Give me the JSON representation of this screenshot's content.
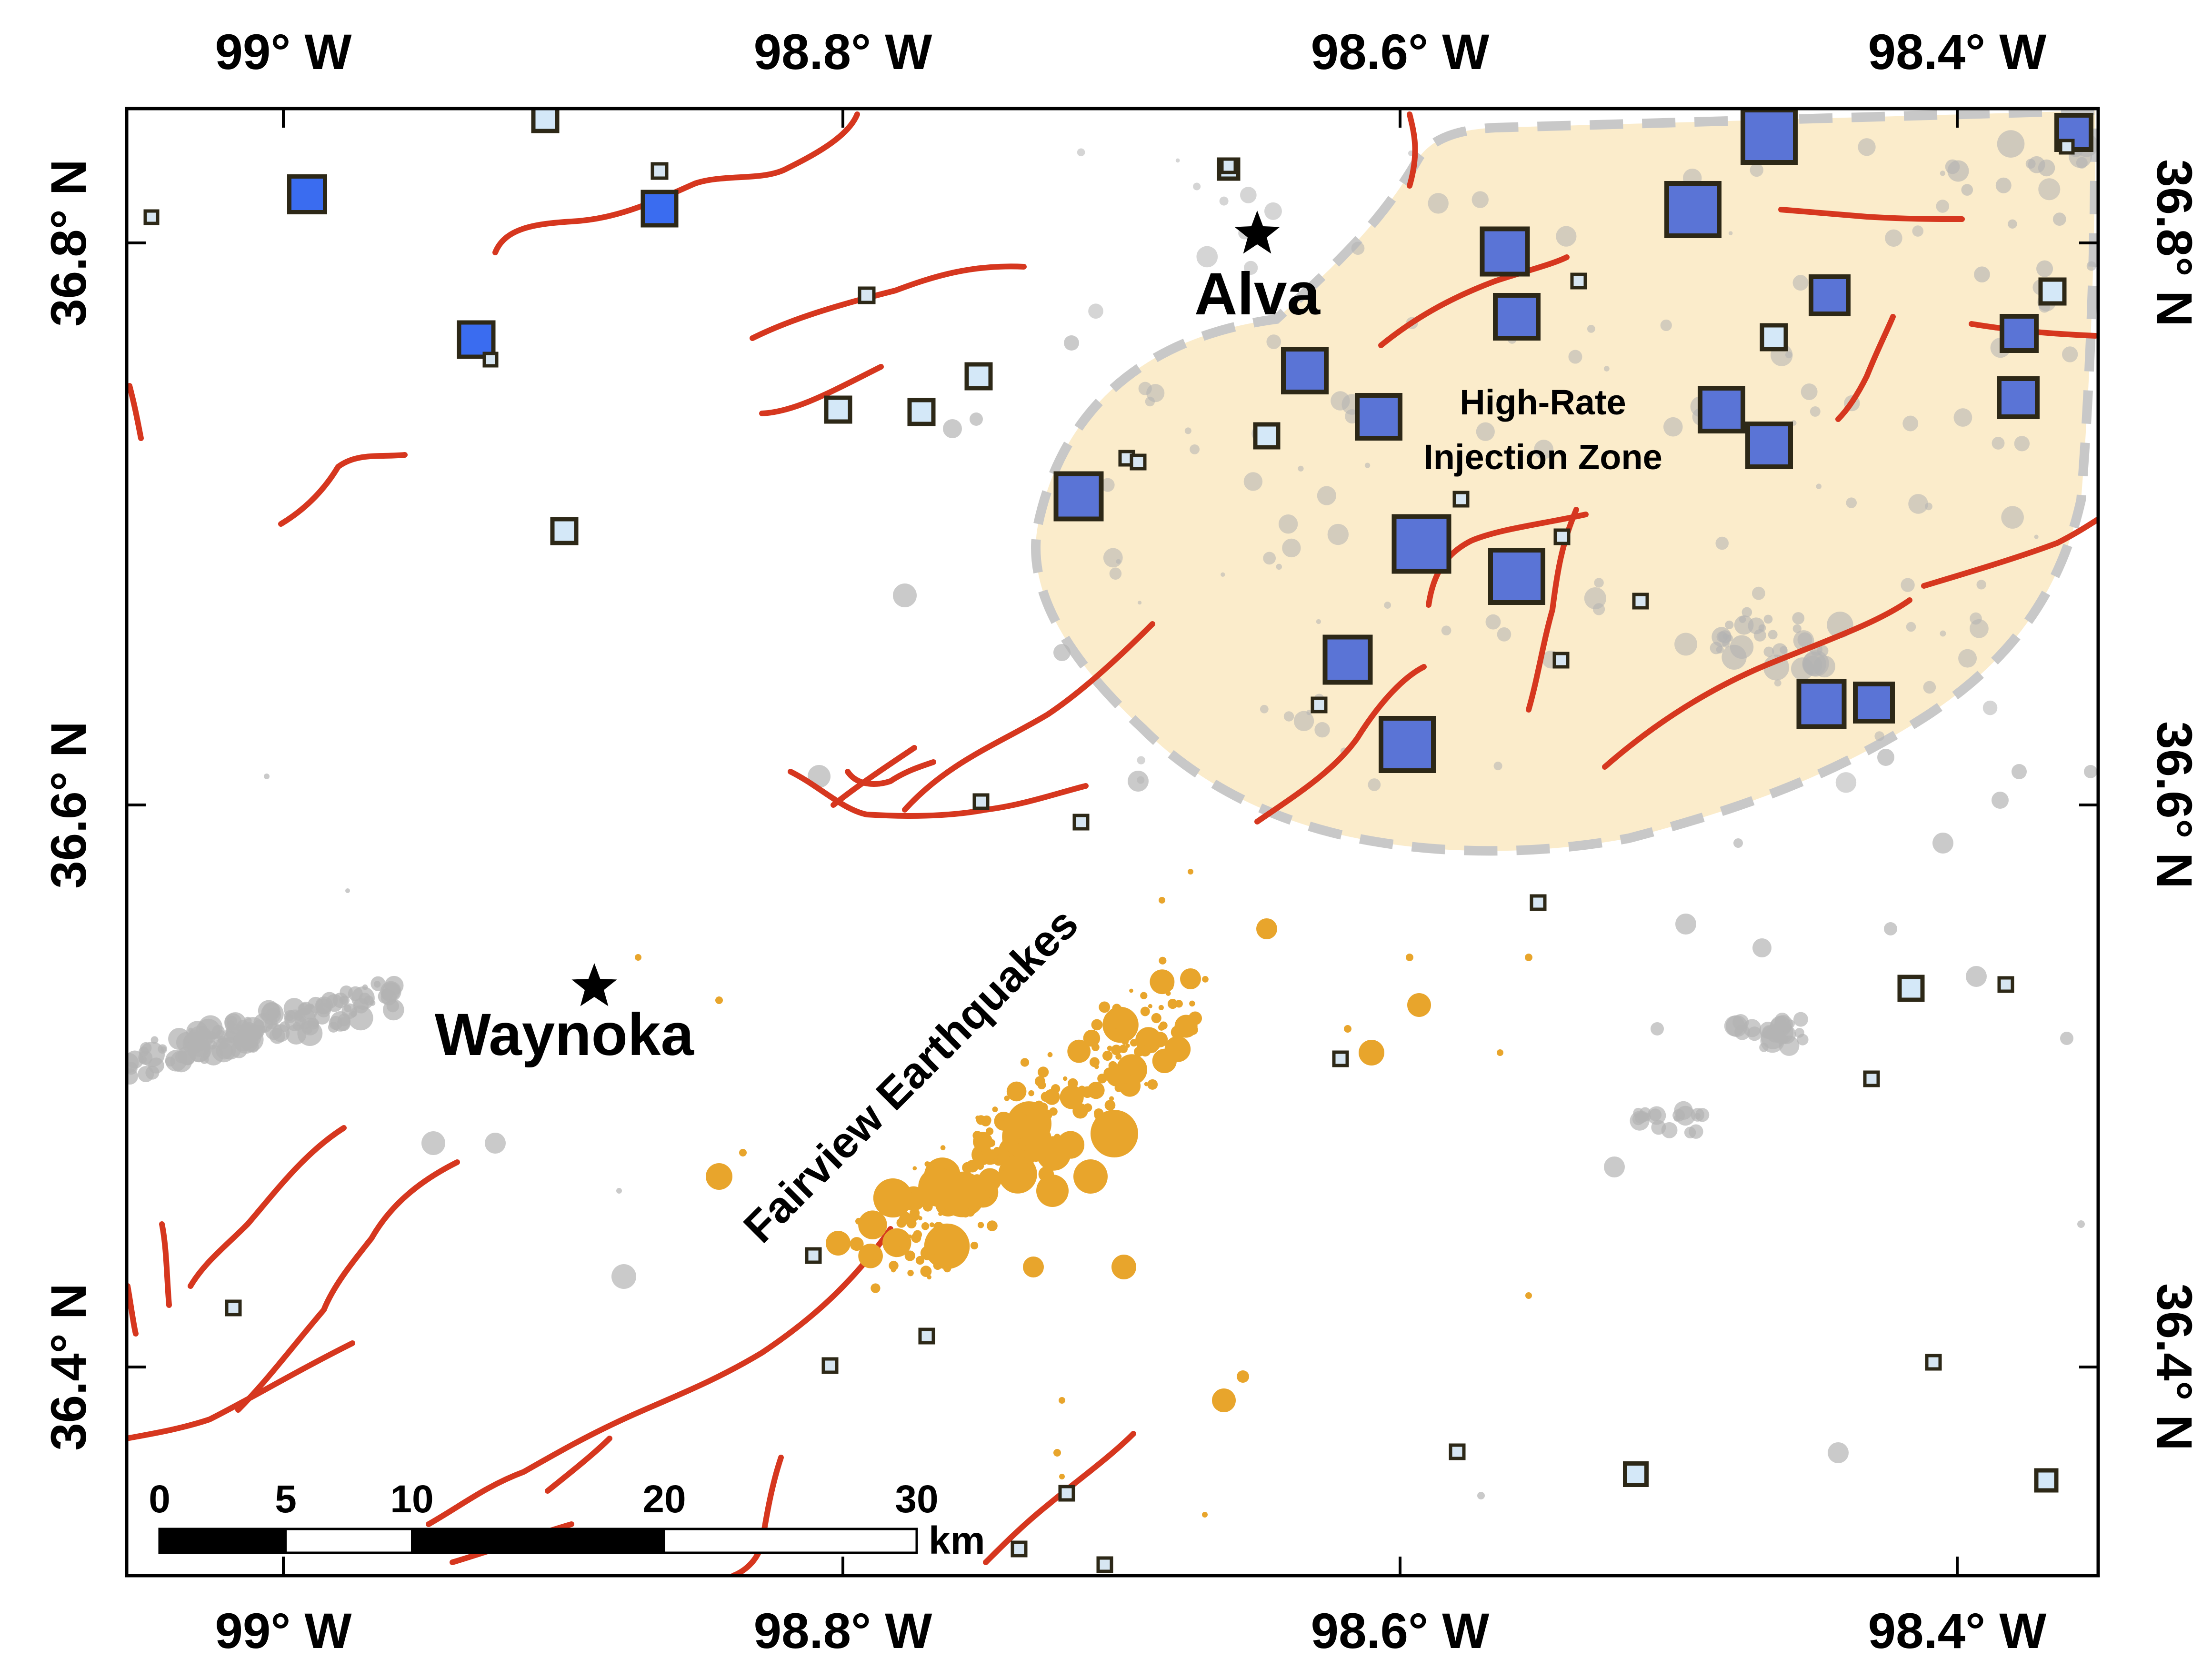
{
  "map": {
    "lon_labels": [
      "99° W",
      "98.8° W",
      "98.6° W",
      "98.4° W"
    ],
    "lat_labels": [
      "36.8° N",
      "36.6° N",
      "36.4° N"
    ],
    "places": {
      "alva": "Alva",
      "waynoka": "Waynoka"
    },
    "zone_label_line1": "High-Rate",
    "zone_label_line2": "Injection Zone",
    "fairview_label": "Fairview Earthquakes",
    "scale_bar": {
      "ticks": [
        "0",
        "5",
        "10",
        "20",
        "30"
      ],
      "unit": "km"
    }
  },
  "colors": {
    "fault": "#d6371f",
    "zone_fill": "#fbeccb",
    "zone_border": "#c8c8c8",
    "well_high": "#5a74d6",
    "well_mid": "#3a6cf0",
    "well_low": "#d4e8f8",
    "quake_gray": "#b3b3b3",
    "fairview": "#e8a52c"
  },
  "icons": {
    "town_marker": "star-icon"
  }
}
